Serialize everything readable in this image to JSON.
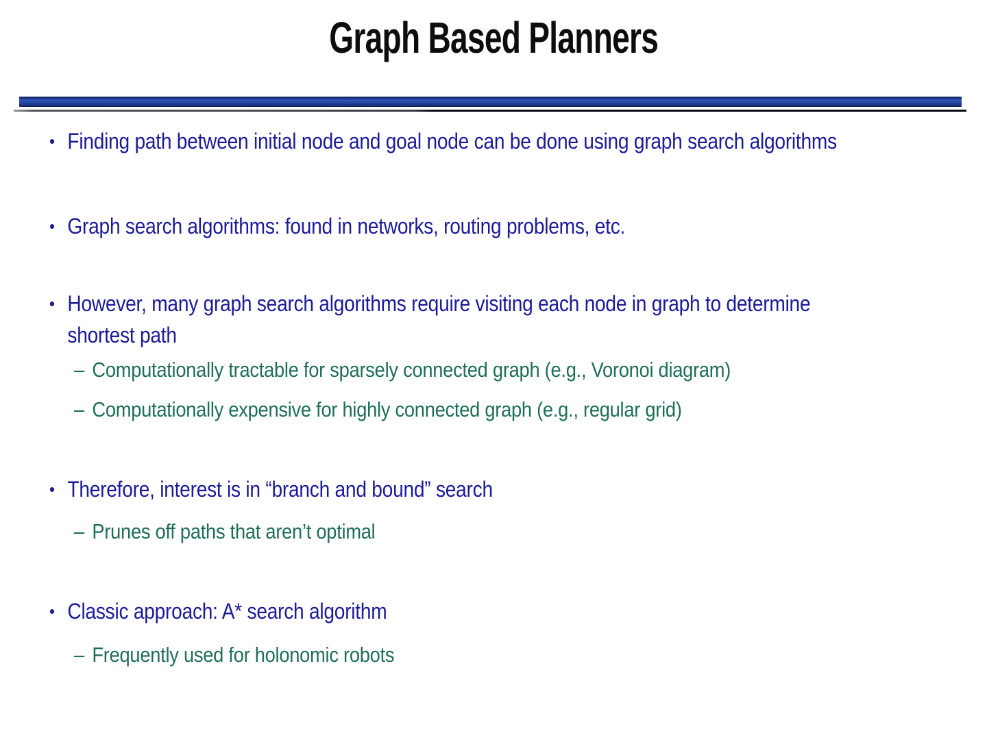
{
  "slide": {
    "title": "Graph Based Planners",
    "colors": {
      "title_text": "#0d0d0d",
      "bullet_text": "#1b1b9a",
      "subbullet_text": "#1e6e58",
      "divider_bar_blue": "#2d54b4",
      "divider_bar_edge": "#101f55",
      "divider_line": "#0a0a14",
      "background": "#ffffff"
    },
    "markers": {
      "bullet": "•",
      "dash": "–"
    },
    "content": {
      "items": [
        {
          "level": 1,
          "text": "Finding path between initial node and goal node can be done using graph search algorithms"
        },
        {
          "level": 1,
          "text": "Graph search algorithms:  found in networks, routing problems, etc."
        },
        {
          "level": 1,
          "text": "However, many graph search algorithms require visiting each node in graph to determine shortest path"
        },
        {
          "level": 2,
          "text": "Computationally tractable for sparsely connected graph (e.g., Voronoi diagram)"
        },
        {
          "level": 2,
          "text": "Computationally expensive for highly connected graph (e.g., regular grid)"
        },
        {
          "level": 1,
          "text": "Therefore, interest is in “branch and bound” search"
        },
        {
          "level": 2,
          "text": "Prunes off paths that aren’t optimal"
        },
        {
          "level": 1,
          "text": "Classic approach:  A* search algorithm"
        },
        {
          "level": 2,
          "text": "Frequently used for holonomic robots"
        }
      ]
    }
  }
}
